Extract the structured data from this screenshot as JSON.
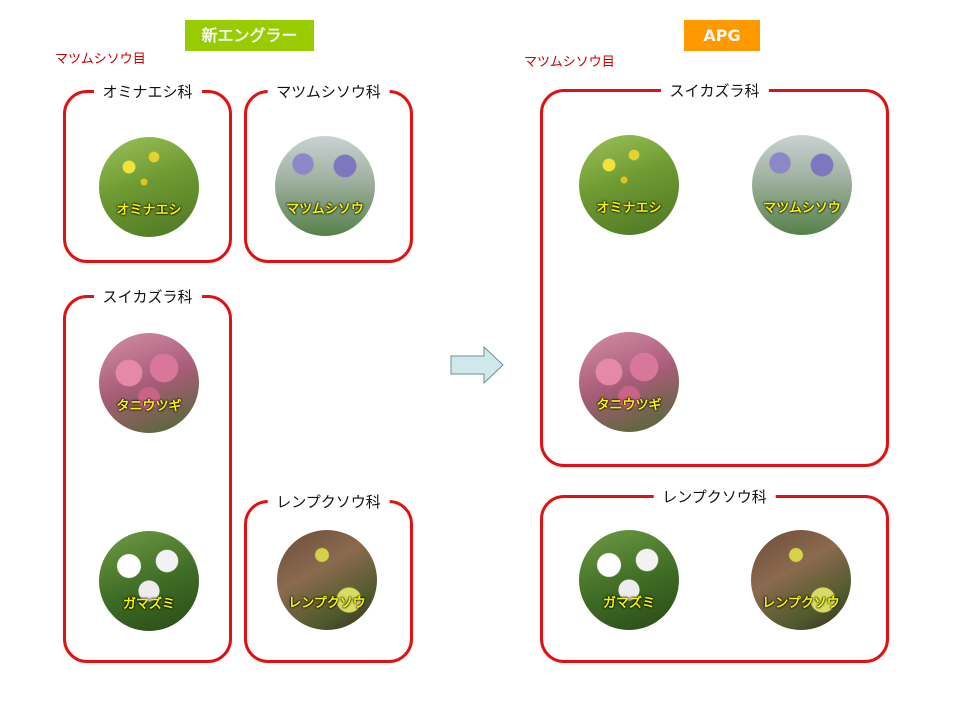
{
  "headers": {
    "left": {
      "label": "新エングラー",
      "color": "#99cc00"
    },
    "right": {
      "label": "APG",
      "color": "#ff9900"
    }
  },
  "order_left": "マツムシソウ目",
  "order_right": "マツムシソウ目",
  "left": {
    "ominaeshika": {
      "label": "オミナエシ科",
      "plants": [
        "オミナエシ"
      ]
    },
    "matsumushisouka": {
      "label": "マツムシソウ科",
      "plants": [
        "マツムシソウ"
      ]
    },
    "suikazuraka": {
      "label": "スイカズラ科",
      "plants": [
        "タニウツギ",
        "ガマズミ"
      ]
    },
    "renpukusouka": {
      "label": "レンプクソウ科",
      "plants": [
        "レンプクソウ"
      ]
    }
  },
  "right": {
    "suikazuraka": {
      "label": "スイカズラ科",
      "plants": [
        "オミナエシ",
        "マツムシソウ",
        "タニウツギ"
      ]
    },
    "renpukusouka": {
      "label": "レンプクソウ科",
      "plants": [
        "ガマズミ",
        "レンプクソウ"
      ]
    }
  },
  "colors": {
    "border": "#e11111",
    "arrow_fill": "#cfe8ec",
    "plant_label": "#f5f500"
  }
}
